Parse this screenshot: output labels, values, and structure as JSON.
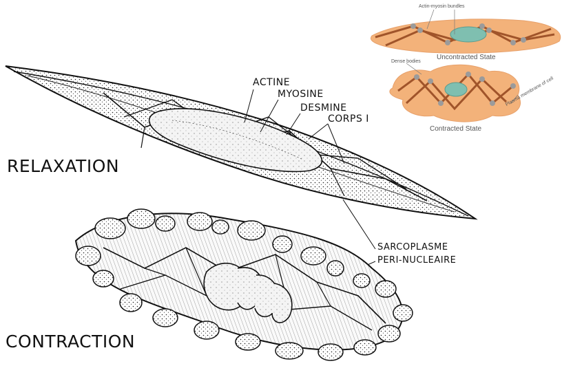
{
  "colors": {
    "ink": "#111111",
    "cell_fill": "#f3b27a",
    "cell_fill_light": "#f8c99c",
    "filament": "#a0542a",
    "dense_body": "#9b9b9b",
    "nucleus": "#7fbfb0"
  },
  "labels": {
    "relaxation": "RELAXATION",
    "contraction": "CONTRACTION",
    "actine": "ACTINE",
    "myosine": "MYOSINE",
    "desmine": "DESMINE",
    "corps": "CORPS I",
    "sarcoplasme_line1": "SARCOPLASME",
    "sarcoplasme_line2": "PERI-NUCLEAIRE"
  },
  "inset": {
    "top_caption": "Actin-myosin bundles",
    "uncontracted": "Uncontracted State",
    "dense_bodies": "Dense bodies",
    "contracted": "Contracted State",
    "side_note": "Plasma membrane of cell"
  }
}
